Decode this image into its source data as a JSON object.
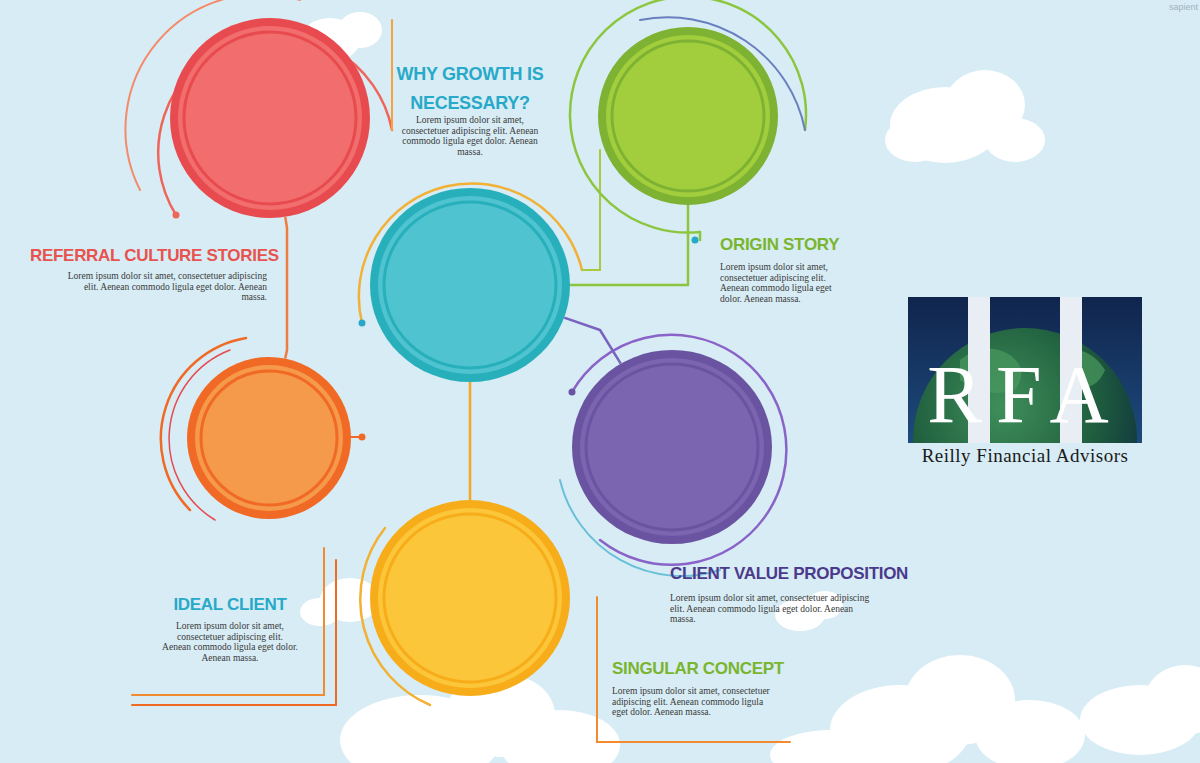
{
  "diagram": {
    "nodes": [
      {
        "text": [
          "REFERRAL CULTURE STORIES",
          "Lorem ipsum dolor sit amet, consectetuer adipiscing elit. Aenean commodo ligula eget dolor. Aenean massa."
        ]
      },
      {
        "text": [
          "WHY GROWTH IS NECESSARY?",
          "Lorem ipsum dolor sit amet, consectetuer adipiscing elit. Aenean commodo ligula eget dolor. Aenean massa."
        ]
      },
      {
        "text": [
          "ORIGIN STORY",
          "Lorem ipsum dolor sit amet, consectetuer adipiscing elit. Aenean commodo ligula eget dolor. Aenean massa."
        ]
      },
      {
        "text": [
          "IDEAL CLIENT",
          "Lorem ipsum dolor sit amet, consectetuer adipiscing elit. Aenean commodo ligula eget dolor. Aenean massa."
        ]
      },
      {
        "text": [
          "CLIENT VALUE PROPOSITION",
          "Lorem ipsum dolor sit amet, consectetuer adipiscing elit. Aenean commodo ligula eget dolor. Aenean massa."
        ]
      },
      {
        "text": [
          "SINGULAR CONCEPT",
          "Lorem ipsum dolor sit amet, consectetuer adipiscing elit. Aenean commodo ligula eget dolor. Aenean massa."
        ]
      }
    ],
    "edges": [
      {
        "from": 0,
        "to": 3,
        "arrow": "none"
      },
      {
        "from": 2,
        "to": 1,
        "arrow": "none"
      },
      {
        "from": 1,
        "to": 5,
        "arrow": "none"
      },
      {
        "from": 1,
        "to": 4,
        "arrow": "none"
      }
    ],
    "labels": [
      "sapient",
      "RFA",
      "Reilly Financial Advisors"
    ]
  }
}
